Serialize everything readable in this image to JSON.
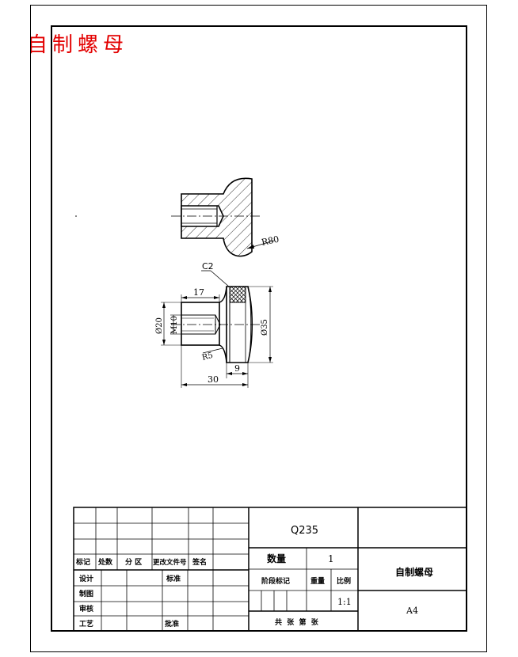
{
  "overlay_title": "自制螺母",
  "drawing": {
    "callouts": {
      "radius_r80": "R80",
      "chamfer": "C2",
      "radius_r5": "R5"
    },
    "dimensions": {
      "length_17": "17",
      "length_30": "30",
      "width_9": "9",
      "dia_20": "Ø20",
      "thread": "M10",
      "dia_35": "Ø35"
    }
  },
  "title_block": {
    "material": "Q235",
    "qty_label": "数量",
    "qty_value": "1",
    "part_name": "自制螺母",
    "stage_label": "阶段标记",
    "weight_label": "重量",
    "scale_label": "比例",
    "scale_value": "1:1",
    "paper_size": "A4",
    "sheets": "共  张  第  张",
    "rev_headers": [
      "标记",
      "处数",
      "分 区",
      "更改文件号",
      "签名"
    ],
    "design": "设计",
    "standardize": "标准",
    "drafting": "制图",
    "review": "审核",
    "process": "工艺",
    "approve": "批准"
  }
}
